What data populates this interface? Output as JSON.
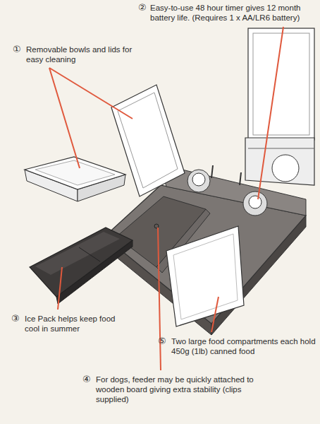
{
  "diagram": {
    "labels": [
      "②",
      "Easy-to-use 48 hour timer gives 12 month battery life. (Requires 1 x AA/LR6 battery)",
      "①",
      "Removable bowls and lids for easy cleaning",
      "③",
      "Ice Pack helps keep food cool in summer",
      "⑤",
      "Two large food compartments each hold 450g (1lb) canned food",
      "④",
      "For dogs, feeder may be quickly attached to wooden board giving extra stability (clips supplied)"
    ]
  }
}
